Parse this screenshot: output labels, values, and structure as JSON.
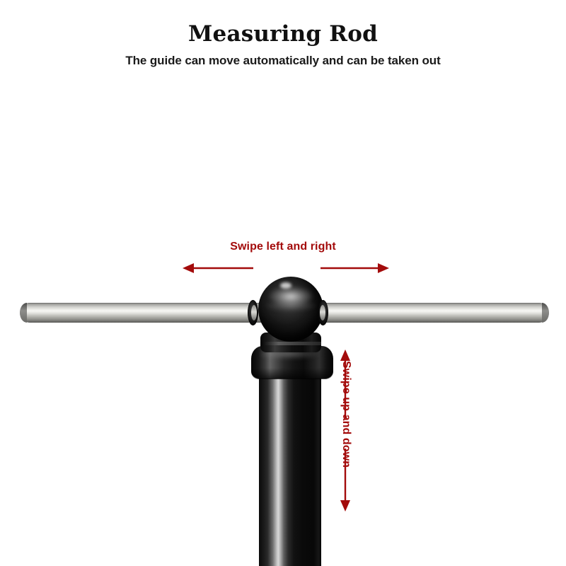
{
  "page": {
    "title": "Measuring Rod",
    "subtitle": "The guide can move automatically and can be taken out",
    "background_color": "#FFFFFF"
  },
  "annotations": {
    "accent_color": "#A30B0B",
    "horizontal": {
      "label": "Swipe left and right",
      "icon_left": "arrow-left-icon",
      "icon_right": "arrow-right-icon"
    },
    "vertical": {
      "label": "Swipe up and down",
      "icon_up": "arrow-up-icon",
      "icon_down": "arrow-down-icon"
    }
  },
  "product": {
    "name": "measuring-rod",
    "parts": {
      "horizontal_rod": "chrome-crossbar",
      "ball_joint": "black-ball-pivot",
      "collar": "black-collar-housing",
      "vertical_pole": "black-vertical-pole"
    },
    "colors": {
      "rod_metal_light": "#F6F6F3",
      "rod_metal_dark": "#585855",
      "body_black": "#0B0B0B",
      "pole_highlight": "#D9D9D9"
    }
  }
}
